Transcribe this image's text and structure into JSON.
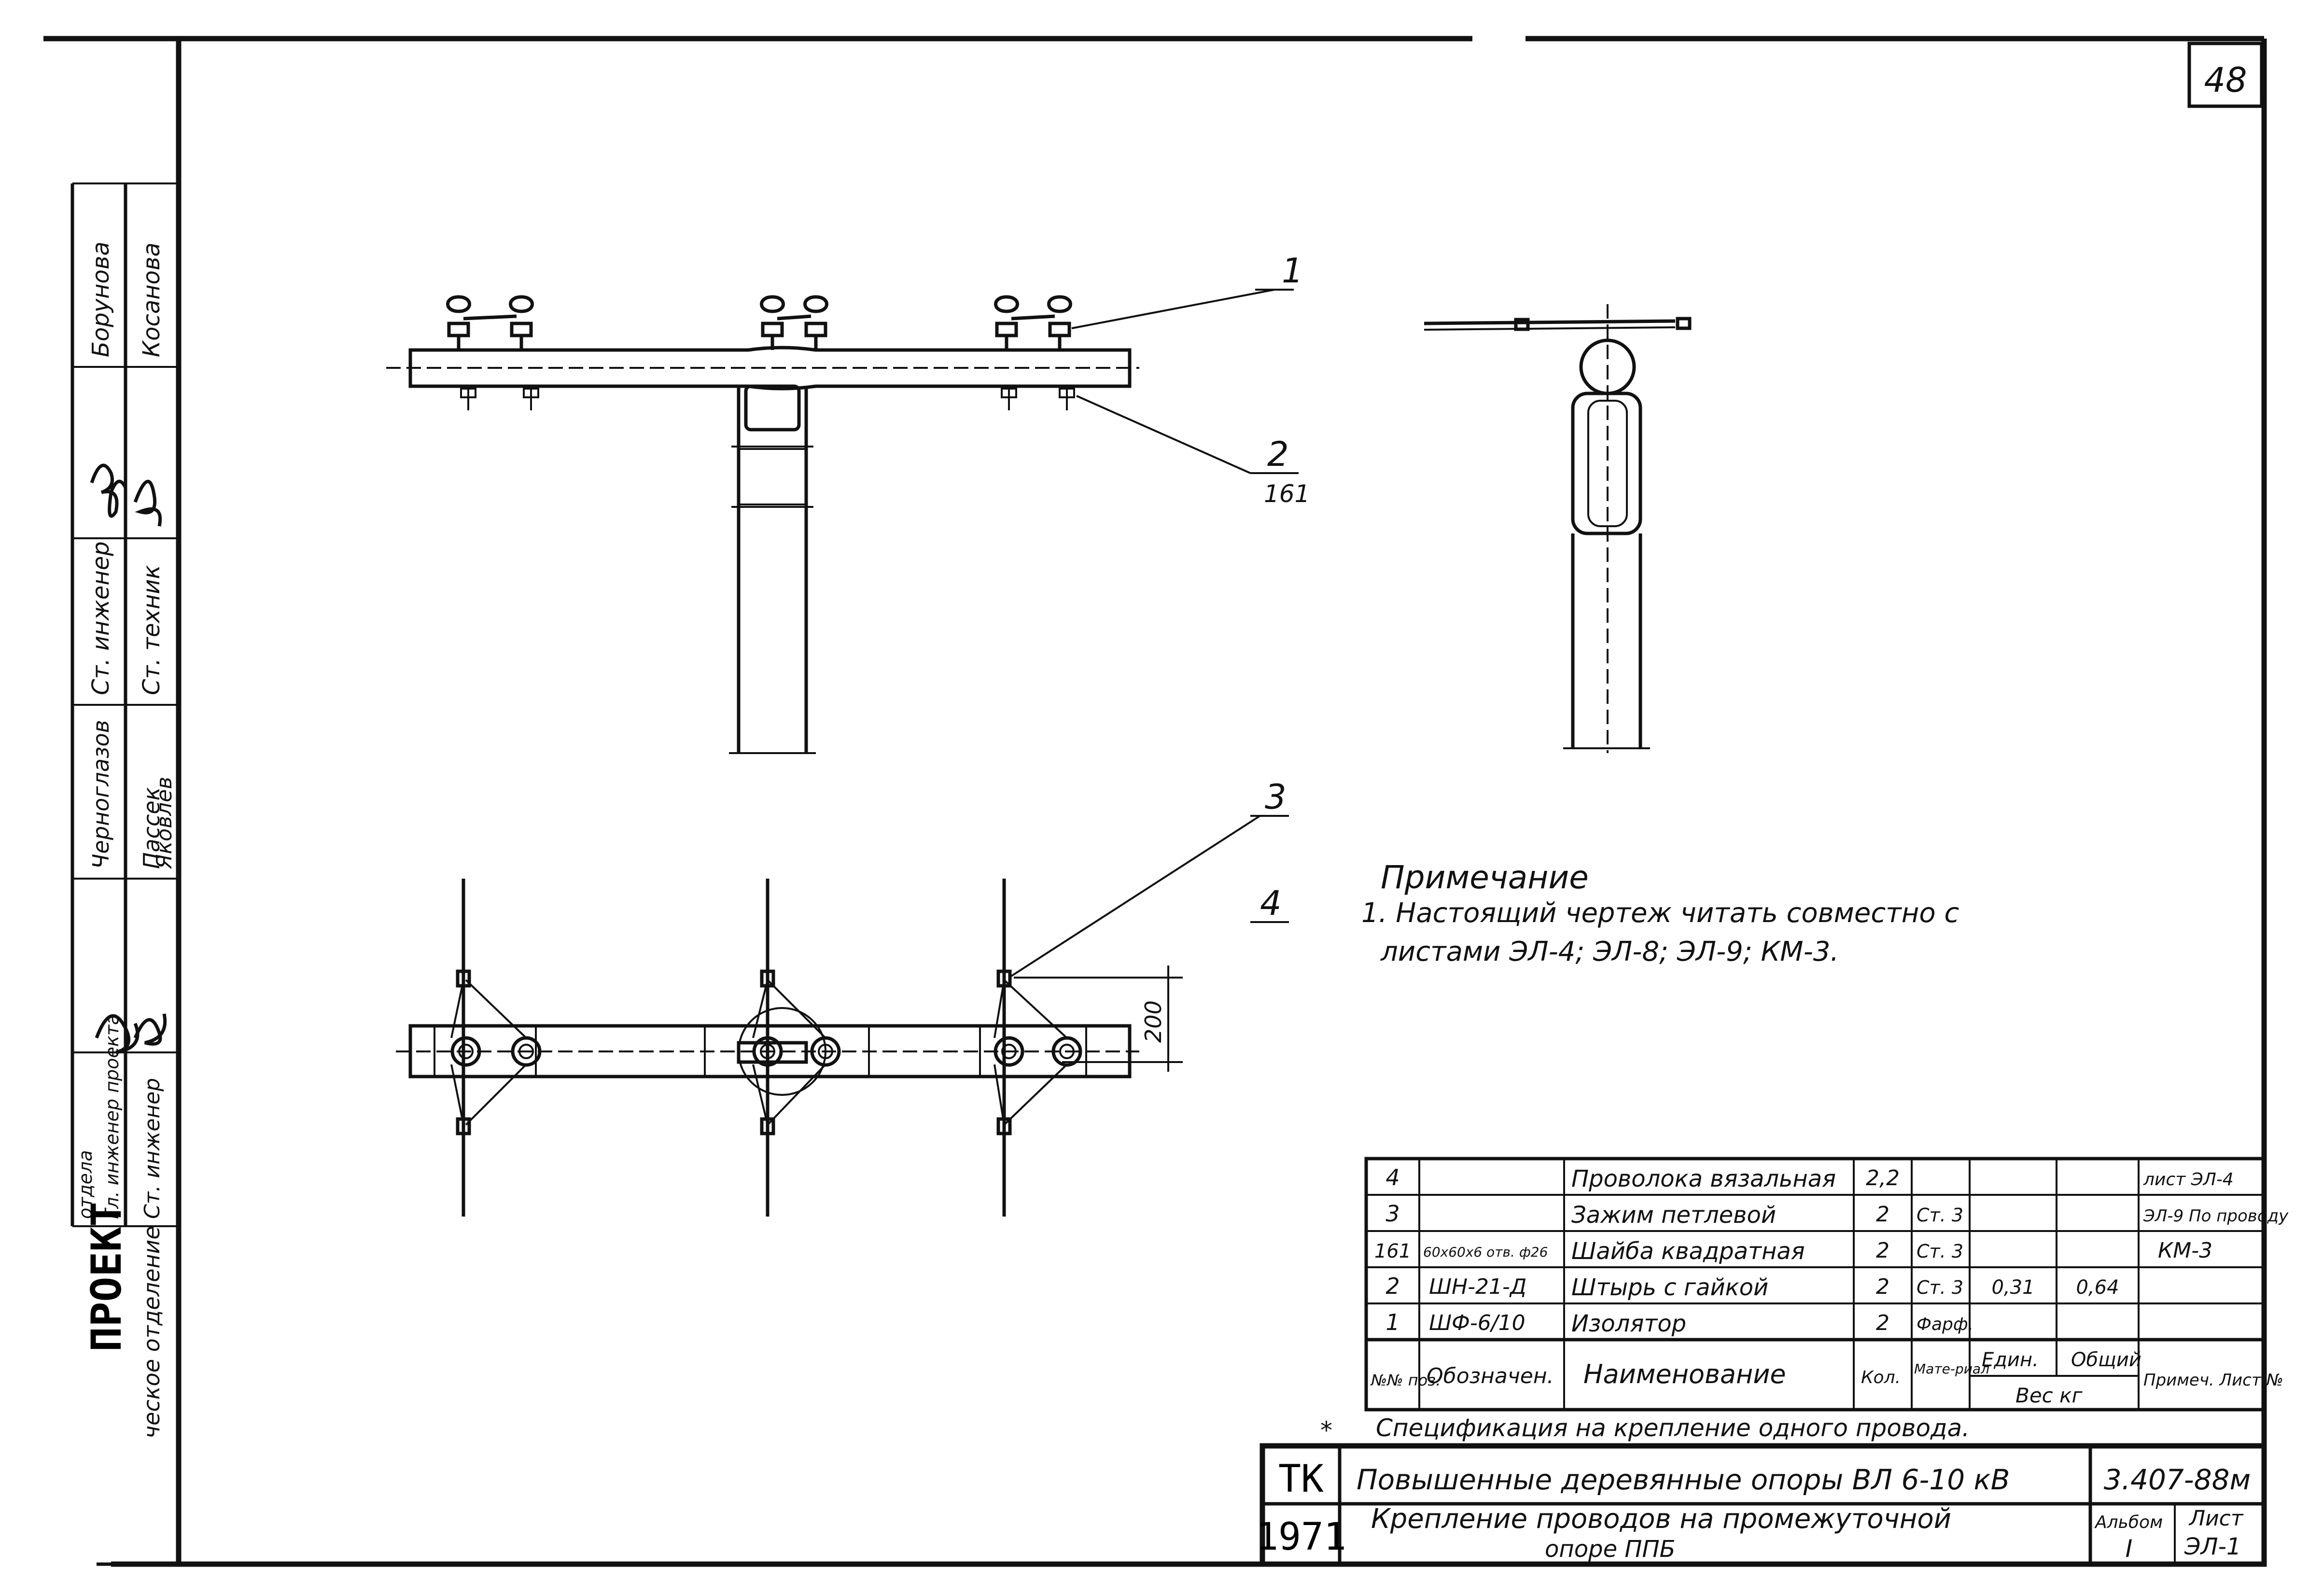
{
  "sheet_number": "48",
  "callouts": {
    "c1": "1",
    "c2": "2",
    "c2_sub": "161",
    "c3": "3",
    "c4": "4"
  },
  "dimension_200": "200",
  "note": {
    "title": "Примечание",
    "line1": "1. Настоящий чертеж читать совместно с",
    "line2": "листами ЭЛ-4; ЭЛ-8; ЭЛ-9; КМ-3."
  },
  "side_stamp": {
    "project": "ПРОЕКТ",
    "dept": "ческое отделение",
    "col_roles": [
      "Ст. инженер",
      "Гл. инженер проекта",
      "отдела"
    ],
    "names_a": [
      "Борунова",
      "Ст. инженер",
      "Черноглазов"
    ],
    "names_b": [
      "Косанова",
      "Ст. техник",
      "Пассек",
      "Яковлев"
    ]
  },
  "spec": {
    "title": "Спецификация на крепление одного провода.",
    "headers": {
      "pos": "№№ поз.",
      "designation": "Обозначен.",
      "name": "Наименование",
      "qty": "Кол.",
      "material": "Мате-риал",
      "unit": "Един.",
      "total": "Общий",
      "weight": "Вес кг",
      "note": "Примеч. Лист №"
    },
    "rows": [
      {
        "pos": "4",
        "designation": "",
        "name": "Проволока вязальная",
        "qty": "2,2",
        "material": "",
        "unit": "",
        "total": "",
        "note": "лист ЭЛ-4"
      },
      {
        "pos": "3",
        "designation": "",
        "name": "Зажим петлевой",
        "qty": "2",
        "material": "Ст. 3",
        "unit": "",
        "total": "",
        "note": "ЭЛ-9 По проводу"
      },
      {
        "pos": "161",
        "designation": "60х60х6 отв. ф26",
        "name": "Шайба квадратная",
        "qty": "2",
        "material": "Ст. 3",
        "unit": "",
        "total": "",
        "note": "КМ-3"
      },
      {
        "pos": "2",
        "designation": "ШН-21-Д",
        "name": "Штырь с гайкой",
        "qty": "2",
        "material": "Ст. 3",
        "unit": "0,31",
        "total": "0,64",
        "note": ""
      },
      {
        "pos": "1",
        "designation": "ШФ-6/10",
        "name": "Изолятор",
        "qty": "2",
        "material": "Фарф.",
        "unit": "",
        "total": "",
        "note": ""
      }
    ]
  },
  "title_block": {
    "org": "ТК",
    "year": "1971",
    "title1": "Повышенные деревянные опоры ВЛ 6-10 кВ",
    "title2": "Крепление проводов на промежуточной",
    "title3": "опоре ППБ",
    "code": "3.407-88м",
    "album_label": "Альбом",
    "album_value": "I",
    "sheet_label": "Лист",
    "sheet_value": "ЭЛ-1"
  }
}
